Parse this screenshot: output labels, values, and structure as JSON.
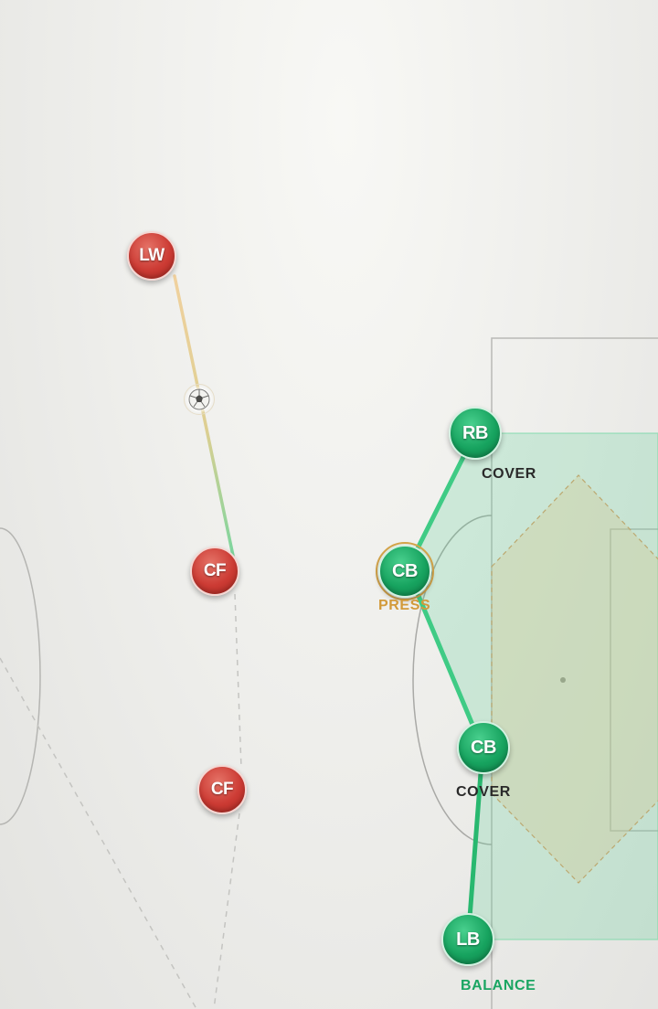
{
  "colors": {
    "opponent": "#cc3b34",
    "defender": "#17a35f",
    "press": "#d29a3a",
    "zone_fill": "#4fcc8e",
    "pitch_line": "#b9b9b6"
  },
  "opponents": [
    {
      "label": "LW"
    },
    {
      "label": "CF"
    },
    {
      "label": "CF"
    }
  ],
  "defenders": [
    {
      "label": "RB",
      "role": "COVER",
      "role_type": "cover"
    },
    {
      "label": "CB",
      "role": "PRESS",
      "role_type": "press"
    },
    {
      "label": "CB",
      "role": "COVER",
      "role_type": "cover"
    },
    {
      "label": "LB",
      "role": "BALANCE",
      "role_type": "balance"
    }
  ],
  "ball": {
    "icon": "soccer-ball-icon"
  }
}
